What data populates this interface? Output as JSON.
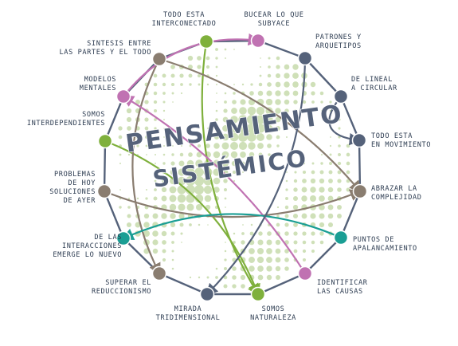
{
  "title": {
    "line1": "PENSAMIENTO",
    "line2": "SISTÉMICO"
  },
  "colors": {
    "outline": "#55627a",
    "dots": "#cfe0b8",
    "green": "#7fb03c",
    "pink": "#c072b2",
    "navy": "#55627a",
    "taupe": "#8a7d70",
    "teal": "#1a9e94",
    "text": "#2e3d52"
  },
  "nodes": [
    {
      "id": "todo-esta-interconectado",
      "label": "TODO ESTA\nINTERCONECTADO",
      "color": "green"
    },
    {
      "id": "bucear-lo-que-subyace",
      "label": "BUCEAR LO QUE\nSUBYACE",
      "color": "pink"
    },
    {
      "id": "patrones-y-arquetipos",
      "label": "PATRONES Y\nARQUETIPOS",
      "color": "navy"
    },
    {
      "id": "de-lineal-a-circular",
      "label": "DE LINEAL\nA CIRCULAR",
      "color": "navy"
    },
    {
      "id": "todo-esta-en-movimiento",
      "label": "TODO ESTA\nEN MOVIMIENTO",
      "color": "navy"
    },
    {
      "id": "abrazar-la-complejidad",
      "label": "ABRAZAR LA\nCOMPLEJIDAD",
      "color": "taupe"
    },
    {
      "id": "puntos-de-apalancamiento",
      "label": "PUNTOS DE\nAPALANCAMIENTO",
      "color": "teal"
    },
    {
      "id": "identificar-las-causas",
      "label": "IDENTIFICAR\nLAS CAUSAS",
      "color": "pink"
    },
    {
      "id": "somos-naturaleza",
      "label": "SOMOS\nNATURALEZA",
      "color": "green"
    },
    {
      "id": "mirada-tridimensional",
      "label": "MIRADA\nTRIDIMENSIONAL",
      "color": "navy"
    },
    {
      "id": "superar-el-reduccionismo",
      "label": "SUPERAR EL\nREDUCCIONISMO",
      "color": "taupe"
    },
    {
      "id": "de-las-interacciones-emerge-lo-nuevo",
      "label": "DE LAS\nINTERACCIONES\nEMERGE LO NUEVO",
      "color": "teal"
    },
    {
      "id": "problemas-de-hoy-soluciones-de-ayer",
      "label": "PROBLEMAS\nDE HOY\nSOLUCIONES\nDE AYER",
      "color": "taupe"
    },
    {
      "id": "somos-interdependientes",
      "label": "SOMOS\nINTERDEPENDIENTES",
      "color": "green"
    },
    {
      "id": "modelos-mentales",
      "label": "MODELOS\nMENTALES",
      "color": "pink"
    },
    {
      "id": "sintesis-entre-las-partes-y-el-todo",
      "label": "SINTESIS ENTRE\nLAS PARTES Y EL TODO",
      "color": "taupe"
    }
  ],
  "connections": [
    {
      "from": "todo-esta-interconectado",
      "to": "somos-naturaleza",
      "color": "green"
    },
    {
      "from": "somos-interdependientes",
      "to": "somos-naturaleza",
      "color": "green"
    },
    {
      "from": "sintesis-entre-las-partes-y-el-todo",
      "to": "superar-el-reduccionismo",
      "color": "taupe"
    },
    {
      "from": "sintesis-entre-las-partes-y-el-todo",
      "to": "abrazar-la-complejidad",
      "color": "taupe"
    },
    {
      "from": "problemas-de-hoy-soluciones-de-ayer",
      "to": "abrazar-la-complejidad",
      "color": "taupe"
    },
    {
      "from": "modelos-mentales",
      "to": "bucear-lo-que-subyace",
      "color": "pink"
    },
    {
      "from": "identificar-las-causas",
      "to": "modelos-mentales",
      "color": "pink"
    },
    {
      "from": "puntos-de-apalancamiento",
      "to": "de-las-interacciones-emerge-lo-nuevo",
      "color": "teal"
    },
    {
      "from": "patrones-y-arquetipos",
      "to": "mirada-tridimensional",
      "color": "navy"
    },
    {
      "from": "de-lineal-a-circular",
      "to": "todo-esta-en-movimiento",
      "color": "navy"
    }
  ]
}
